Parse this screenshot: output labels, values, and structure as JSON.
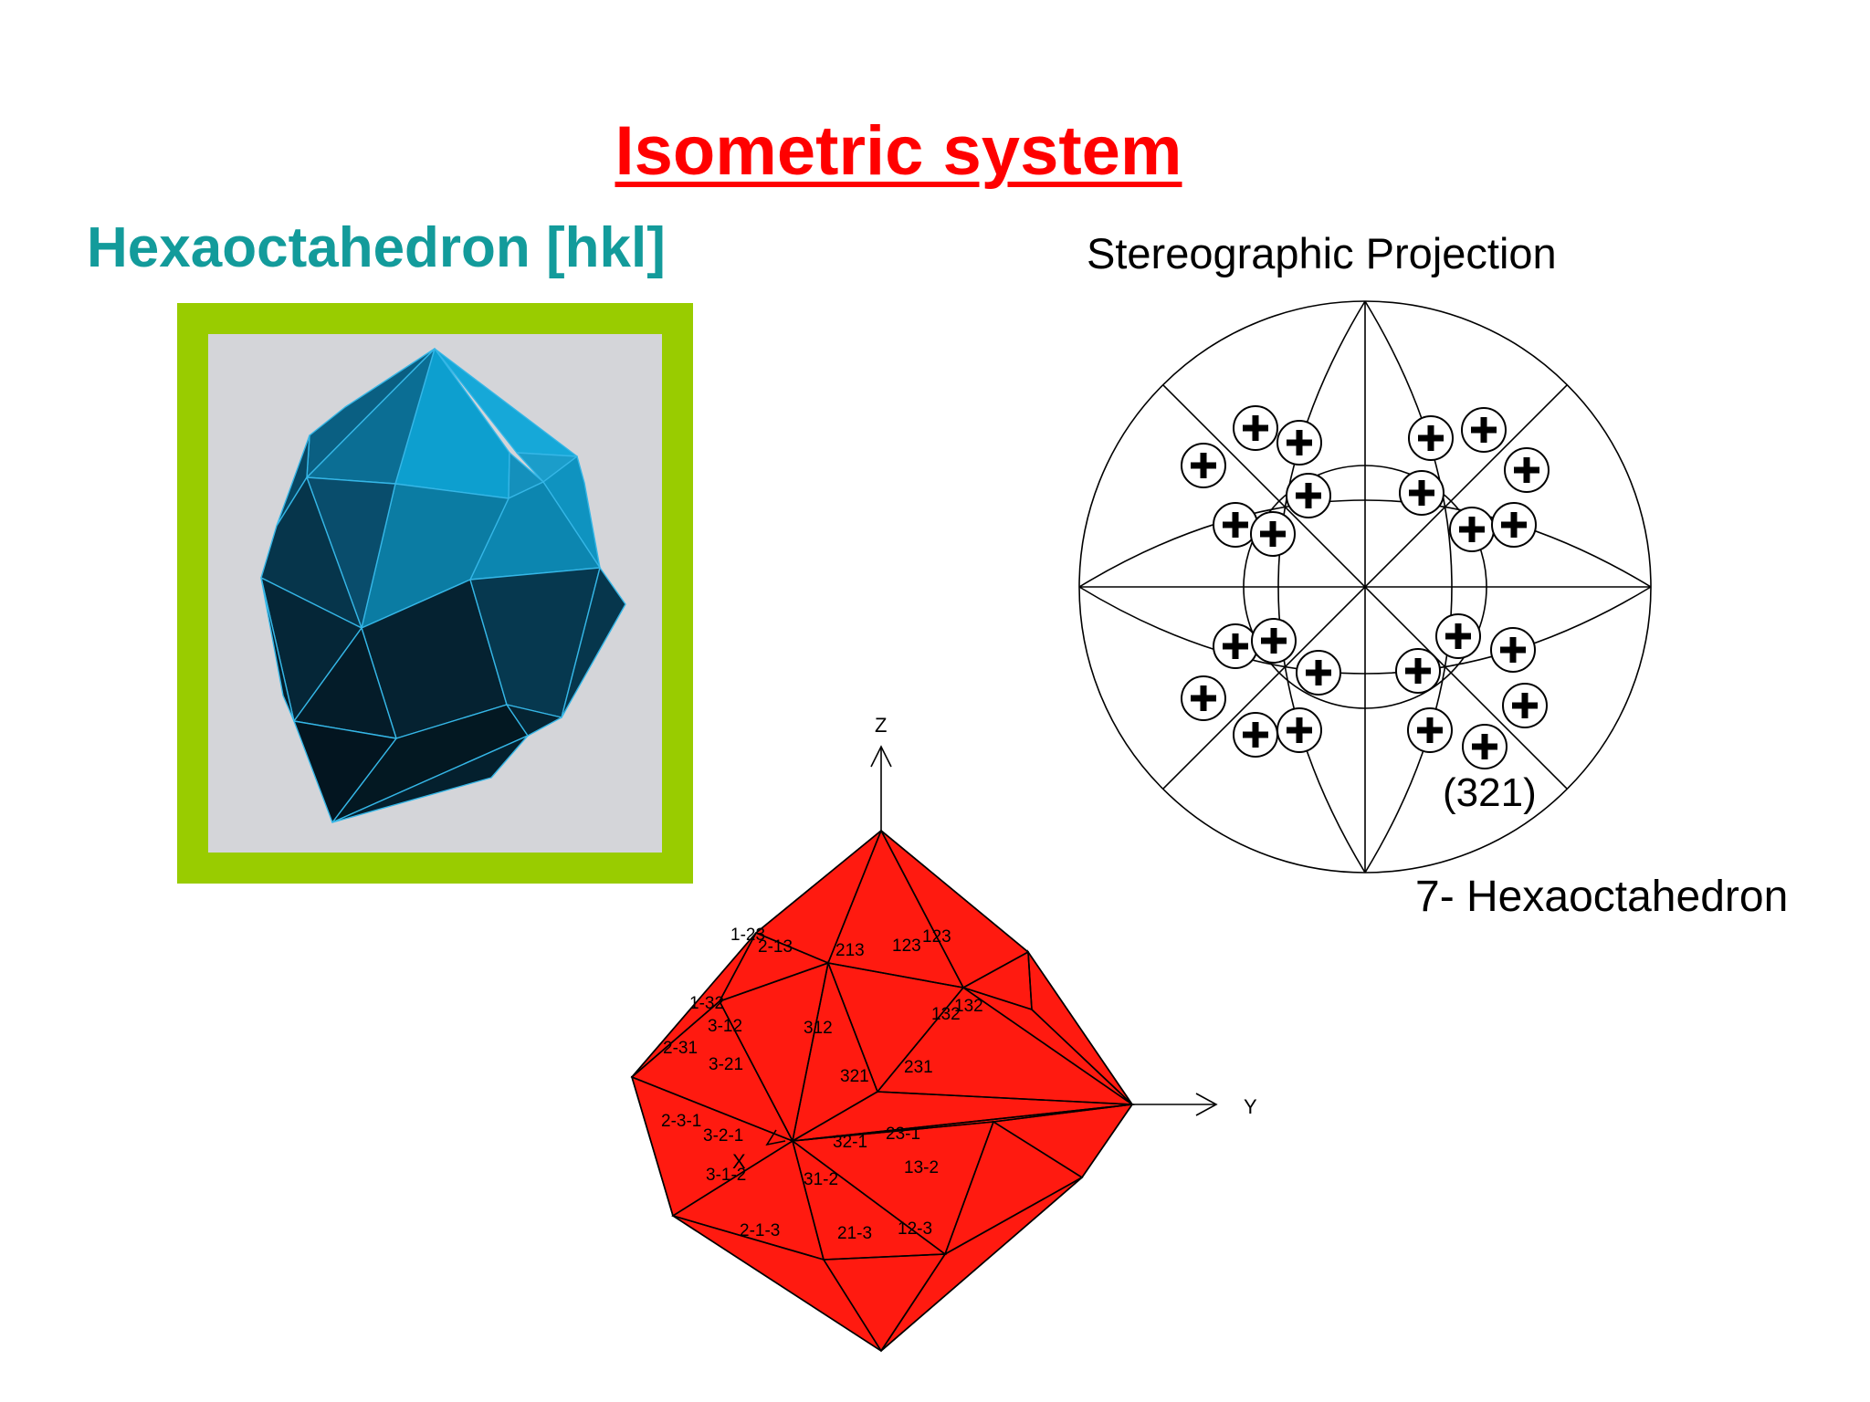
{
  "slide": {
    "title": "Isometric system",
    "subtitle": "Hexaoctahedron [hkl]",
    "projection_label": "Stereographic Projection",
    "form_label": "7- Hexaoctahedron",
    "pole_label": "(321)"
  },
  "axes": {
    "z": "Z",
    "y": "Y",
    "x": "X"
  },
  "face_labels": [
    "1-23",
    "2-13",
    "213",
    "123",
    "123",
    "1-32",
    "132",
    "132",
    "3-12",
    "312",
    "2-31",
    "3-21",
    "321",
    "231",
    "2-3-1",
    "3-2-1",
    "32-1",
    "23-1",
    "13-2",
    "3-1-2",
    "31-2",
    "2-1-3",
    "21-3",
    "12-3"
  ],
  "colors": {
    "title": "#ff0000",
    "subtitle": "#139b9b",
    "frame": "#99cc00",
    "frame_inner": "#d4d5d9",
    "crystal": "#0d9fcf",
    "red_model": "#ff1a10"
  }
}
